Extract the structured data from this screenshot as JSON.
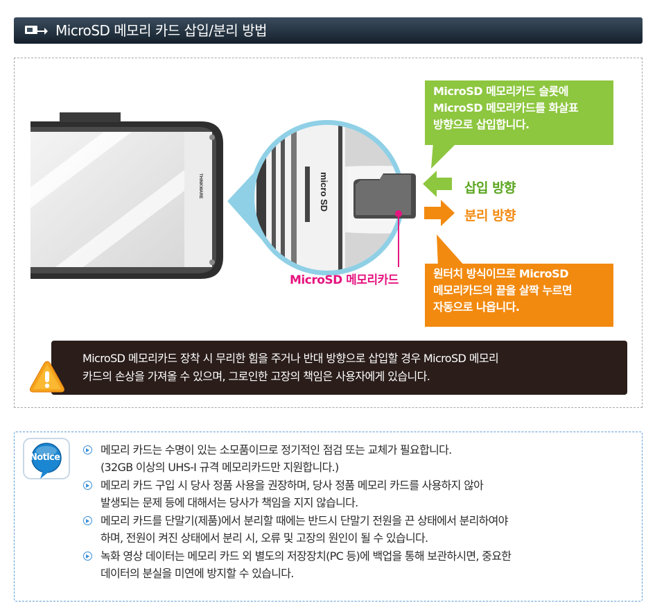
{
  "header": {
    "title": "MicroSD 메모리 카드 삽입/분리 방법"
  },
  "diagram": {
    "device_brand": "THINKWARE",
    "slot_label": "micro SD",
    "insert_callout": [
      "MicroSD 메모리카드 슬롯에",
      "MicroSD 메모리카드를 화살표",
      "방향으로 삽입합니다."
    ],
    "insert_label": "삽입 방향",
    "remove_label": "분리 방향",
    "card_label": "MicroSD 메모리카드",
    "remove_callout": [
      "원터치 방식이므로 MicroSD",
      "메모리카드의 끝을 살짝 누르면",
      "자동으로 나옵니다."
    ],
    "colors": {
      "insert": "#8dc63f",
      "remove": "#f28a10",
      "card_label": "#e5147f",
      "zoom_circle": "#8fd0e6"
    }
  },
  "warning": {
    "lines": [
      "MicroSD 메모리카드 장착 시 무리한 힘을 주거나 반대 방향으로 삽입할 경우 MicroSD 메모리",
      "카드의 손상을 가져올 수 있으며, 그로인한 고장의 책임은 사용자에게 있습니다."
    ]
  },
  "notice": {
    "badge": "Notice",
    "items": [
      {
        "lines": [
          "메모리 카드는 수명이 있는 소모품이므로 정기적인 점검 또는 교체가 필요합니다.",
          "(32GB 이상의 UHS-I 규격 메모리카드만 지원합니다.)"
        ]
      },
      {
        "lines": [
          "메모리 카드 구입 시 당사 정품 사용을 권장하며, 당사 정품 메모리 카드를 사용하지 않아",
          "발생되는 문제 등에 대해서는 당사가 책임을 지지 않습니다."
        ]
      },
      {
        "lines": [
          "메모리 카드를 단말기(제품)에서 분리할 때에는 반드시 단말기 전원을 끈 상태에서 분리하여야",
          "하며, 전원이 켜진 상태에서 분리 시, 오류 및 고장의 원인이 될 수 있습니다."
        ]
      },
      {
        "lines": [
          "녹화 영상 데이터는 메모리 카드 외 별도의 저장장치(PC 등)에 백업을 통해 보관하시면, 중요한",
          "데이터의 분실을 미연에 방지할 수 있습니다."
        ]
      }
    ]
  }
}
